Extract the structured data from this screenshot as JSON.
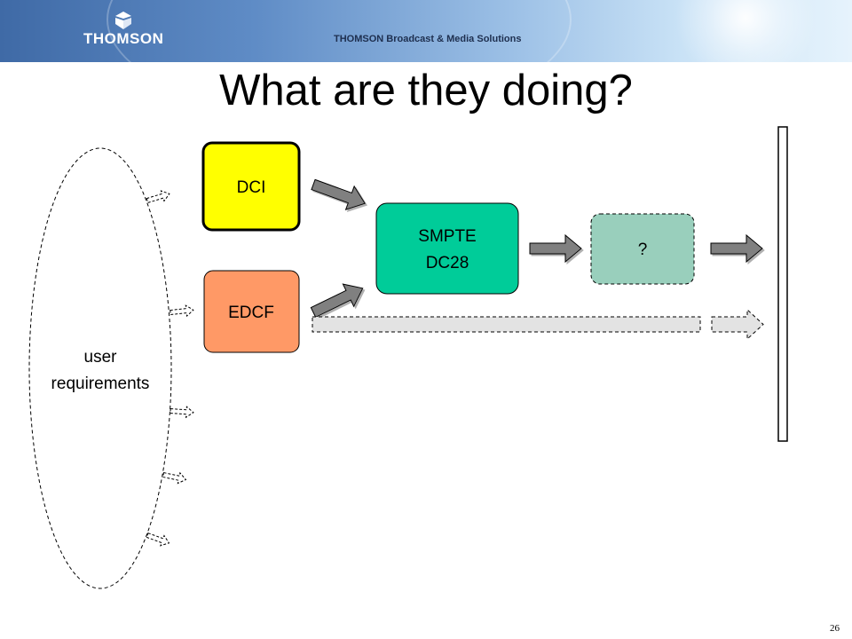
{
  "header": {
    "brand": "THOMSON",
    "tagline": "THOMSON Broadcast & Media Solutions"
  },
  "slide": {
    "title": "What are they doing?",
    "page_number": "26"
  },
  "diagram": {
    "user_requirements": {
      "line1": "user",
      "line2": "requirements"
    },
    "nodes": {
      "dci": {
        "label": "DCI",
        "fill": "#ffff00"
      },
      "edcf": {
        "label": "EDCF",
        "fill": "#ff9966"
      },
      "smpte": {
        "line1": "SMPTE",
        "line2": "DC28",
        "fill": "#00cc99"
      },
      "unknown": {
        "label": "?",
        "fill": "#99cfbc"
      }
    },
    "colors": {
      "solid_arrow": "#808080",
      "dashed_arrow": "#e3e3e3"
    }
  }
}
